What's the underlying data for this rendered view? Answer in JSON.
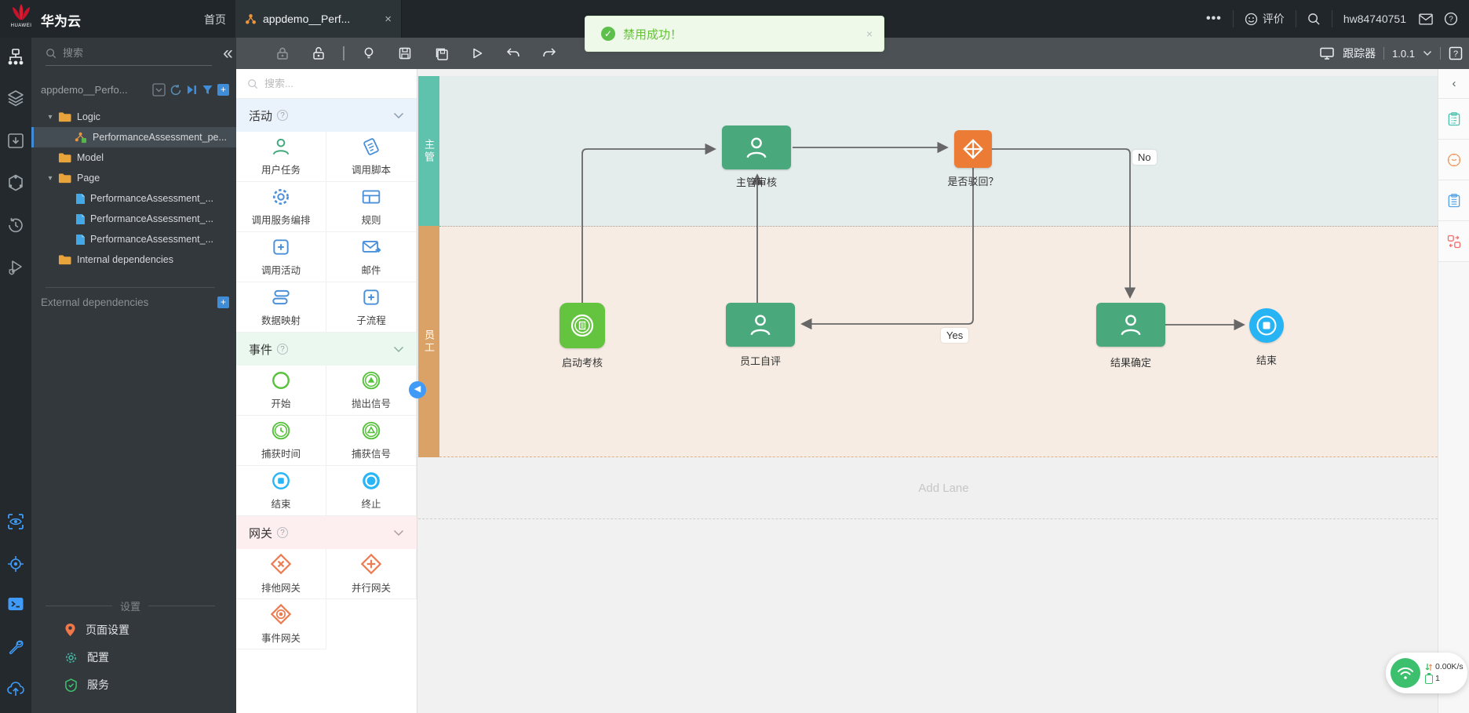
{
  "topbar": {
    "logo_text": "HUAWEI",
    "brand": "华为云",
    "home": "首页",
    "tab_label": "appdemo__Perf...",
    "tab_close": "×",
    "more": "•••",
    "feedback": "评价",
    "username": "hw84740751"
  },
  "toast": {
    "message": "禁用成功！",
    "close": "×"
  },
  "toolbar": {
    "tracker": "跟踪器",
    "version": "1.0.1",
    "icons": [
      "lock-icon",
      "unlock-icon",
      "bulb-icon",
      "save-icon",
      "save-all-icon",
      "run-icon",
      "undo-icon",
      "redo-icon",
      "monitor-icon",
      "help-icon"
    ]
  },
  "leftrail": {
    "icons": [
      "flow-tree-icon",
      "layers-icon",
      "package-import-icon",
      "api-hexagon-icon",
      "history-icon",
      "debug-icon",
      "preview-eye-icon",
      "locate-target-icon",
      "terminal-icon",
      "wrench-icon",
      "cloud-upload-icon"
    ]
  },
  "tree": {
    "search_placeholder": "搜索",
    "project": "appdemo__Perfo...",
    "header_icons": [
      "collapse-box-icon",
      "refresh-icon",
      "run-all-icon",
      "filter-icon",
      "add-icon"
    ],
    "items": [
      {
        "label": "Logic",
        "type": "folder",
        "expanded": true
      },
      {
        "label": "PerformanceAssessment_pe...",
        "type": "flow",
        "selected": true
      },
      {
        "label": "Model",
        "type": "folder"
      },
      {
        "label": "Page",
        "type": "folder",
        "expanded": true
      },
      {
        "label": "PerformanceAssessment_...",
        "type": "file"
      },
      {
        "label": "PerformanceAssessment_...",
        "type": "file"
      },
      {
        "label": "PerformanceAssessment_...",
        "type": "file"
      },
      {
        "label": "Internal dependencies",
        "type": "folder"
      }
    ],
    "external": "External dependencies",
    "settings_title": "设置",
    "settings": [
      {
        "label": "页面设置",
        "icon": "location-pin-icon"
      },
      {
        "label": "配置",
        "icon": "gear-icon"
      },
      {
        "label": "服务",
        "icon": "service-badge-icon"
      }
    ]
  },
  "palette": {
    "search_placeholder": "搜索...",
    "sections": [
      {
        "title": "活动",
        "items": [
          {
            "label": "用户任务",
            "icon": "user-task-icon"
          },
          {
            "label": "调用脚本",
            "icon": "script-icon"
          },
          {
            "label": "调用服务编排",
            "icon": "orchestration-gear-icon"
          },
          {
            "label": "规则",
            "icon": "rule-table-icon"
          },
          {
            "label": "调用活动",
            "icon": "call-activity-icon"
          },
          {
            "label": "邮件",
            "icon": "mail-icon"
          },
          {
            "label": "数据映射",
            "icon": "data-mapping-icon"
          },
          {
            "label": "子流程",
            "icon": "subprocess-icon"
          }
        ]
      },
      {
        "title": "事件",
        "items": [
          {
            "label": "开始",
            "icon": "start-event-icon"
          },
          {
            "label": "抛出信号",
            "icon": "throw-signal-icon"
          },
          {
            "label": "捕获时间",
            "icon": "catch-timer-icon"
          },
          {
            "label": "捕获信号",
            "icon": "catch-signal-icon"
          },
          {
            "label": "结束",
            "icon": "end-event-icon"
          },
          {
            "label": "终止",
            "icon": "terminate-event-icon"
          }
        ]
      },
      {
        "title": "网关",
        "items": [
          {
            "label": "排他网关",
            "icon": "exclusive-gateway-icon"
          },
          {
            "label": "并行网关",
            "icon": "parallel-gateway-icon"
          },
          {
            "label": "事件网关",
            "icon": "event-gateway-icon"
          }
        ]
      }
    ]
  },
  "canvas": {
    "lanes": [
      {
        "label": "主管"
      },
      {
        "label": "员工"
      }
    ],
    "add_lane": "Add Lane",
    "nodes": [
      {
        "label": "启动考核",
        "type": "start-event",
        "lane": "员工"
      },
      {
        "label": "主管审核",
        "type": "user-task",
        "lane": "主管"
      },
      {
        "label": "是否驳回？",
        "type": "exclusive-gateway",
        "lane": "主管"
      },
      {
        "label": "员工自评",
        "type": "user-task",
        "lane": "员工"
      },
      {
        "label": "结果确定",
        "type": "user-task",
        "lane": "员工"
      },
      {
        "label": "结束",
        "type": "end-event",
        "lane": "员工"
      }
    ],
    "edges": [
      {
        "from": "启动考核",
        "to": "主管审核"
      },
      {
        "from": "主管审核",
        "to": "是否驳回？"
      },
      {
        "from": "是否驳回？",
        "to": "结果确定",
        "label": "No"
      },
      {
        "from": "是否驳回？",
        "to": "员工自评",
        "label": "Yes"
      },
      {
        "from": "员工自评",
        "to": "主管审核"
      },
      {
        "from": "结果确定",
        "to": "结束"
      }
    ]
  },
  "rightrail": {
    "icons": [
      "collapse-panel-icon",
      "form-clipboard-icon",
      "timer-clock-icon",
      "notes-clipboard-icon",
      "swap-icon"
    ]
  },
  "status_widget": {
    "speed": "0.00K/s",
    "devices": "1"
  },
  "colors": {
    "task_green": "#4aa87d",
    "start_green": "#64c43f",
    "gateway_orange": "#ec7c35",
    "end_blue": "#27b4f5",
    "lane_manager": "#5fc2ad",
    "lane_employee": "#dba267",
    "accent_blue": "#3f8cd8",
    "success_green": "#67c23a"
  }
}
